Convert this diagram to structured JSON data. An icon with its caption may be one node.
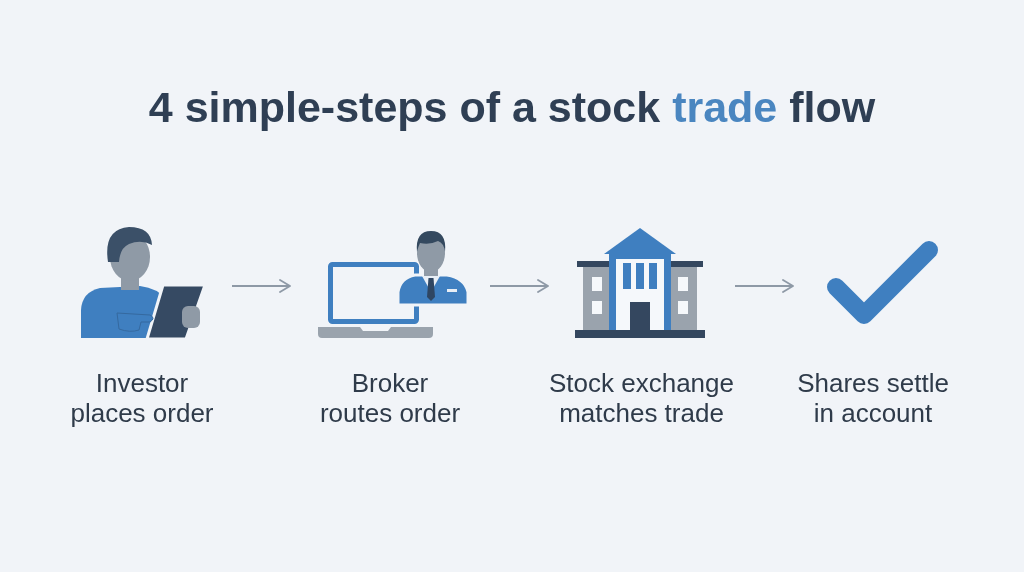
{
  "diagram": {
    "title": "4 simple-steps of a stock **trade** flow",
    "nodes": [
      {
        "text": [
          "Investor places order"
        ]
      },
      {
        "text": [
          "Broker routes order"
        ]
      },
      {
        "text": [
          "Stock exchange matches trade"
        ]
      },
      {
        "text": [
          "Shares settle in account"
        ]
      }
    ],
    "edges": [
      {
        "from": 0,
        "to": 1,
        "arrow": "to"
      },
      {
        "from": 1,
        "to": 2,
        "arrow": "to"
      },
      {
        "from": 2,
        "to": 3,
        "arrow": "to"
      }
    ]
  }
}
